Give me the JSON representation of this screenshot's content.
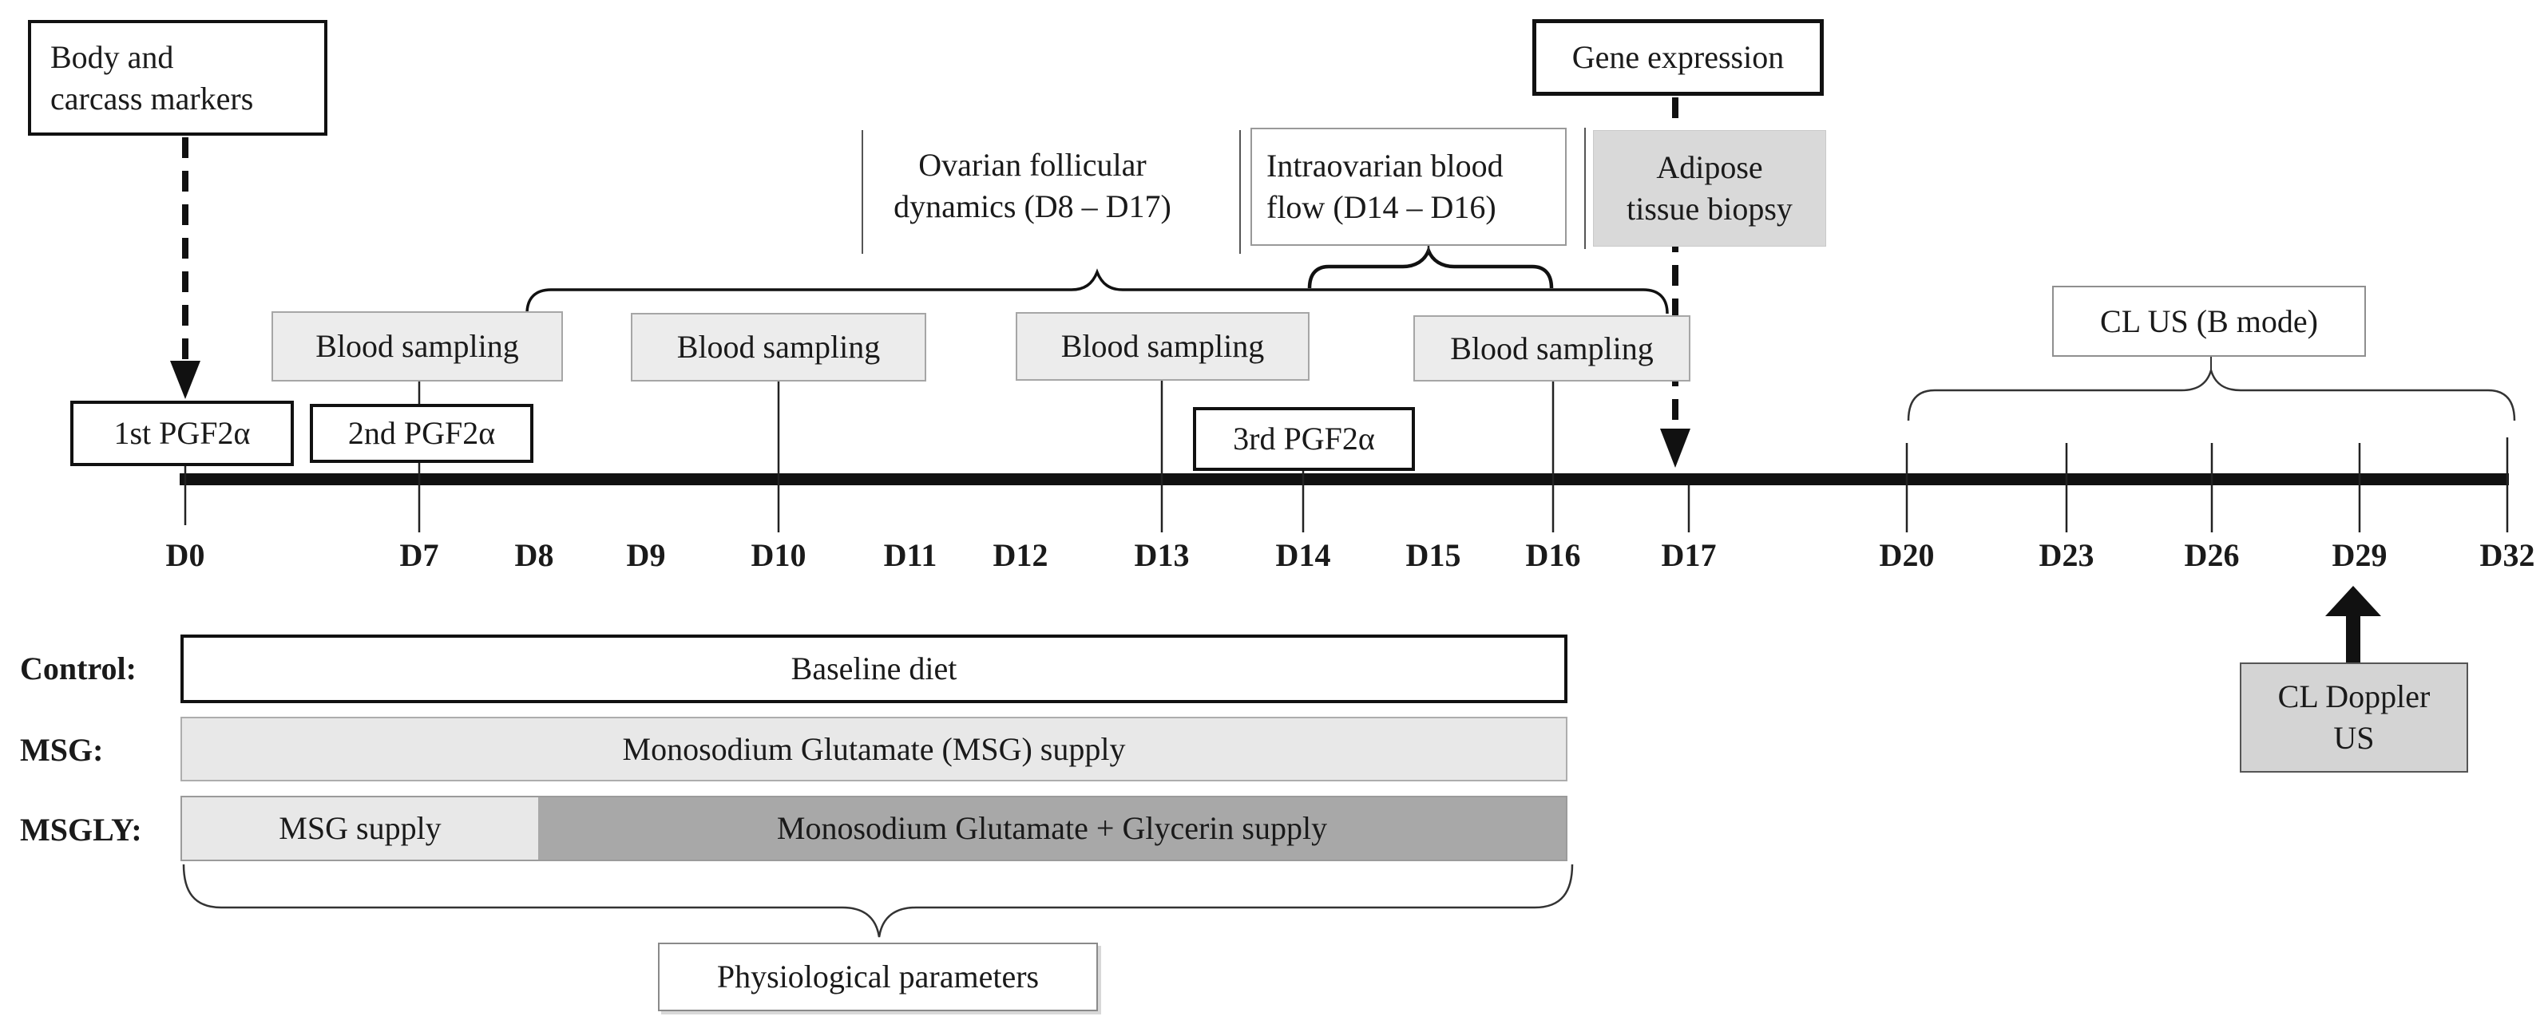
{
  "figure": {
    "annotations": {
      "body_carcass": {
        "line1": "Body and",
        "line2": "carcass markers"
      },
      "gene_expression": "Gene expression",
      "ovarian_dynamics": {
        "line1": "Ovarian follicular",
        "line2": "dynamics (D8 – D17)"
      },
      "intraovarian_flow": {
        "line1": "Intraovarian blood",
        "line2": "flow (D14 – D16)"
      },
      "adipose_biopsy": {
        "line1": "Adipose",
        "line2": "tissue biopsy"
      },
      "cl_us": "CL US (B mode)",
      "cl_doppler": {
        "line1": "CL Doppler",
        "line2": "US"
      },
      "physiological": "Physiological parameters"
    },
    "events": {
      "blood_sampling": [
        "Blood sampling",
        "Blood sampling",
        "Blood sampling",
        "Blood sampling"
      ],
      "pgf_1": "1st PGF2α",
      "pgf_2": "2nd PGF2α",
      "pgf_3": "3rd PGF2α"
    },
    "timeline": {
      "days": [
        "D0",
        "D7",
        "D8",
        "D9",
        "D10",
        "D11",
        "D12",
        "D13",
        "D14",
        "D15",
        "D16",
        "D17",
        "D20",
        "D23",
        "D26",
        "D29",
        "D32"
      ]
    },
    "diets": {
      "control": {
        "label": "Control:",
        "segments": [
          "Baseline diet"
        ]
      },
      "msg": {
        "label": "MSG:",
        "segments": [
          "Monosodium Glutamate (MSG) supply"
        ]
      },
      "msgly": {
        "label": "MSGLY:",
        "segments": [
          "MSG supply",
          "Monosodium Glutamate + Glycerin supply"
        ]
      }
    },
    "colors": {
      "line_black": "#111111",
      "event_box_fill": "#ececec",
      "adipose_fill": "#d9d9d9",
      "doppler_fill": "#d4d4d4",
      "msg_light_fill": "#e8e8e8",
      "msgly_dark_fill": "#a8a8a8"
    }
  }
}
